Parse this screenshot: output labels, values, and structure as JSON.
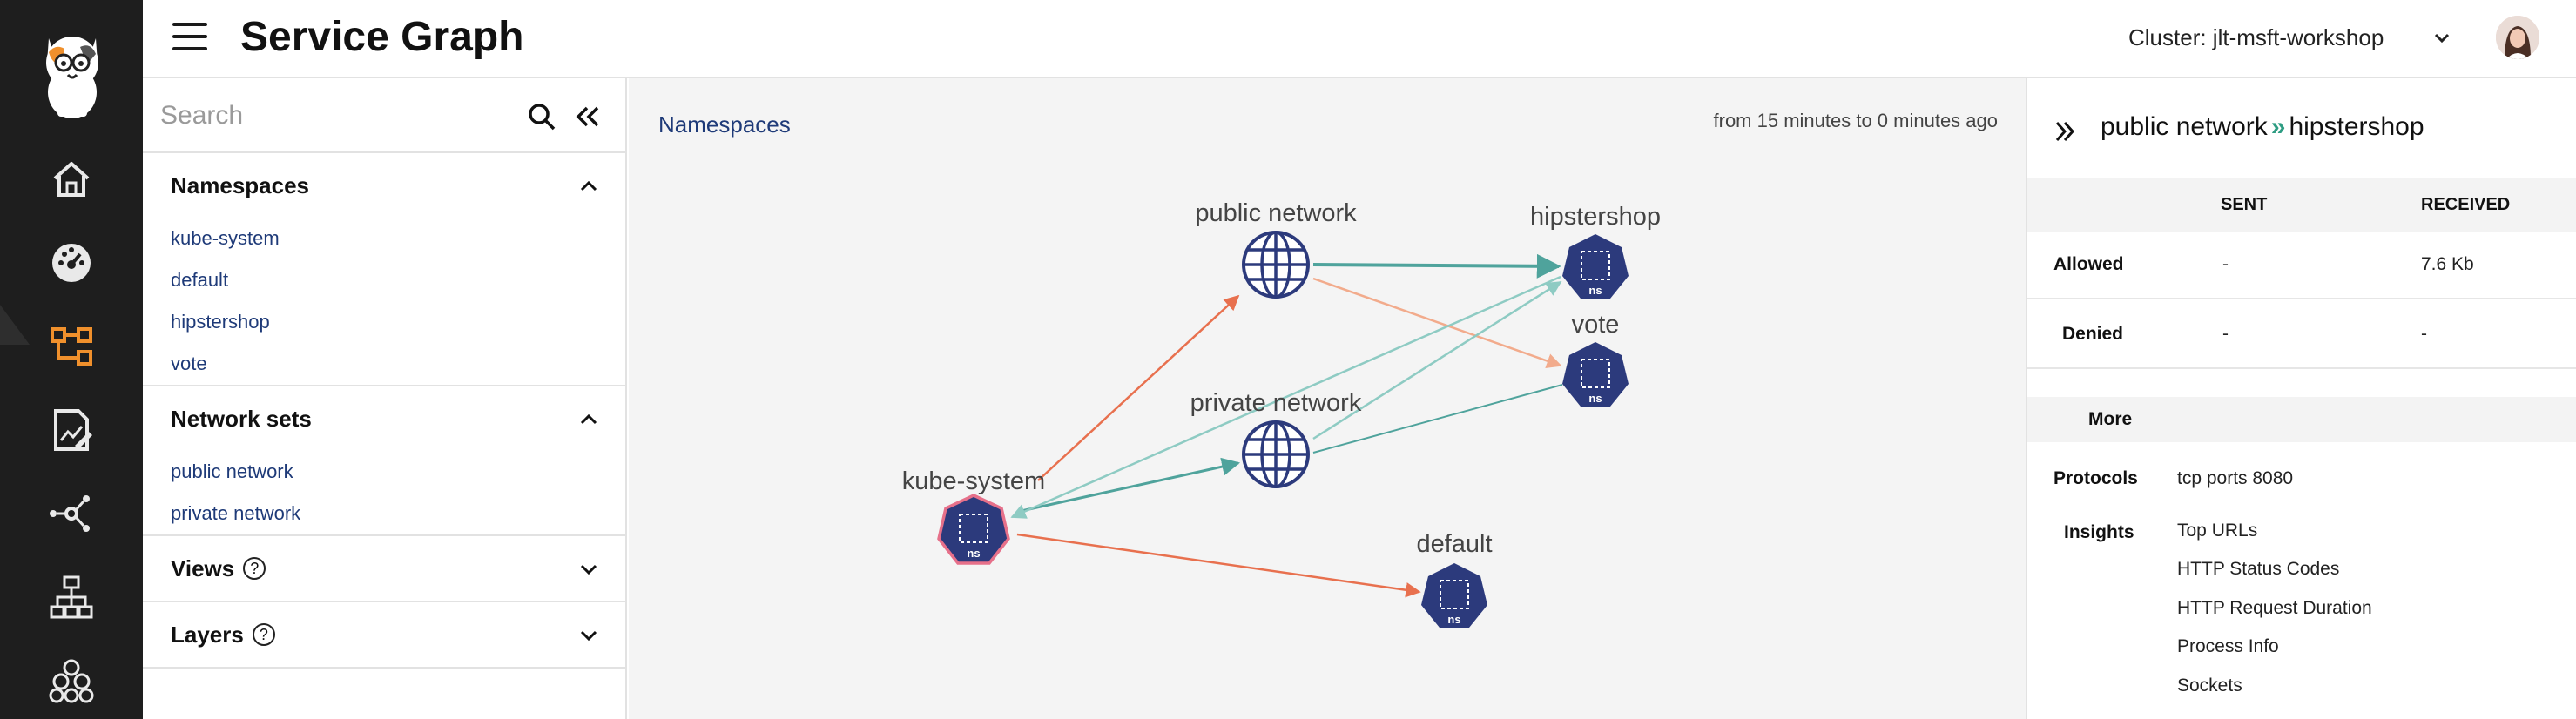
{
  "header": {
    "title": "Service Graph",
    "cluster_label": "Cluster: jlt-msft-workshop"
  },
  "nav": {
    "active_item": "service-graph",
    "items": [
      "home-icon",
      "dashboard-icon",
      "service-graph-icon",
      "policies-icon",
      "endpoints-icon",
      "managed-clusters-icon",
      "nodes-icon"
    ]
  },
  "sidebar": {
    "search_placeholder": "Search",
    "namespaces": {
      "title": "Namespaces",
      "items": [
        "kube-system",
        "default",
        "hipstershop",
        "vote"
      ]
    },
    "network_sets": {
      "title": "Network sets",
      "items": [
        "public network",
        "private network"
      ]
    },
    "views": {
      "title": "Views",
      "help": "?"
    },
    "layers": {
      "title": "Layers",
      "help": "?"
    }
  },
  "canvas": {
    "breadcrumb": "Namespaces",
    "time_range": "from 15 minutes to 0 minutes ago",
    "nodes": {
      "public_network": {
        "label": "public network"
      },
      "hipstershop": {
        "label": "hipstershop",
        "badge": "ns"
      },
      "vote": {
        "label": "vote",
        "badge": "ns"
      },
      "private_network": {
        "label": "private network"
      },
      "kube_system": {
        "label": "kube-system",
        "badge": "ns"
      },
      "default": {
        "label": "default",
        "badge": "ns"
      }
    },
    "colors": {
      "node_fill": "#2c3a7c",
      "edge_orange": "#e8704e",
      "edge_peach": "#f2ab8c",
      "edge_teal": "#4fa39c",
      "edge_teal_light": "#8ecbc3",
      "selected_ring": "#e6708a"
    }
  },
  "detail": {
    "source": "public network",
    "separator": "»",
    "target": "hipstershop",
    "col_sent": "SENT",
    "col_received": "RECEIVED",
    "allowed": {
      "label": "Allowed",
      "sent": "-",
      "received": "7.6 Kb"
    },
    "denied": {
      "label": "Denied",
      "sent": "-",
      "received": "-"
    },
    "more_label": "More",
    "protocols_label": "Protocols",
    "protocols_value": "tcp ports 8080",
    "insights_label": "Insights",
    "insights": [
      "Top URLs",
      "HTTP Status Codes",
      "HTTP Request Duration",
      "Process Info",
      "Sockets"
    ]
  }
}
